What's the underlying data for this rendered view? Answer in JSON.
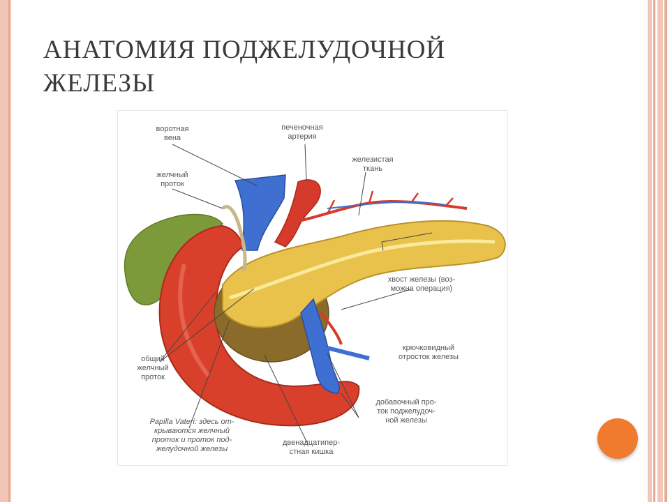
{
  "slide": {
    "title_line1": "АНАТОМИЯ ПОДЖЕЛУДОЧНОЙ",
    "title_line2": "ЖЕЛЕЗЫ"
  },
  "diagram": {
    "labels": {
      "portal_vein": "воротная\nвена",
      "hepatic_artery": "печеночная\nартерия",
      "bile_duct": "желчный\nпроток",
      "glandular_tissue": "железистая\nткань",
      "tail": "хвост железы (воз-\nможна операция)",
      "uncinate": "крючковидный\nотросток железы",
      "common_bile_duct": "общий\nжелчный\nпроток",
      "accessory_duct": "добавочный про-\nток поджелудоч-\nной железы",
      "papilla": "Papilla Vateri: здесь от-\nкрываются желчный\nпроток и проток под-\nжелудочной железы",
      "duodenum": "двенадцатипер-\nстная кишка"
    }
  },
  "colors": {
    "frame_left": "#f2c6b6",
    "accent_circle": "#f07a2e",
    "pancreas": "#e8c24a",
    "duodenum": "#d9402c",
    "veins": "#3e6fd1",
    "arteries": "#d63a2a",
    "gallbladder": "#7c9a3a"
  }
}
